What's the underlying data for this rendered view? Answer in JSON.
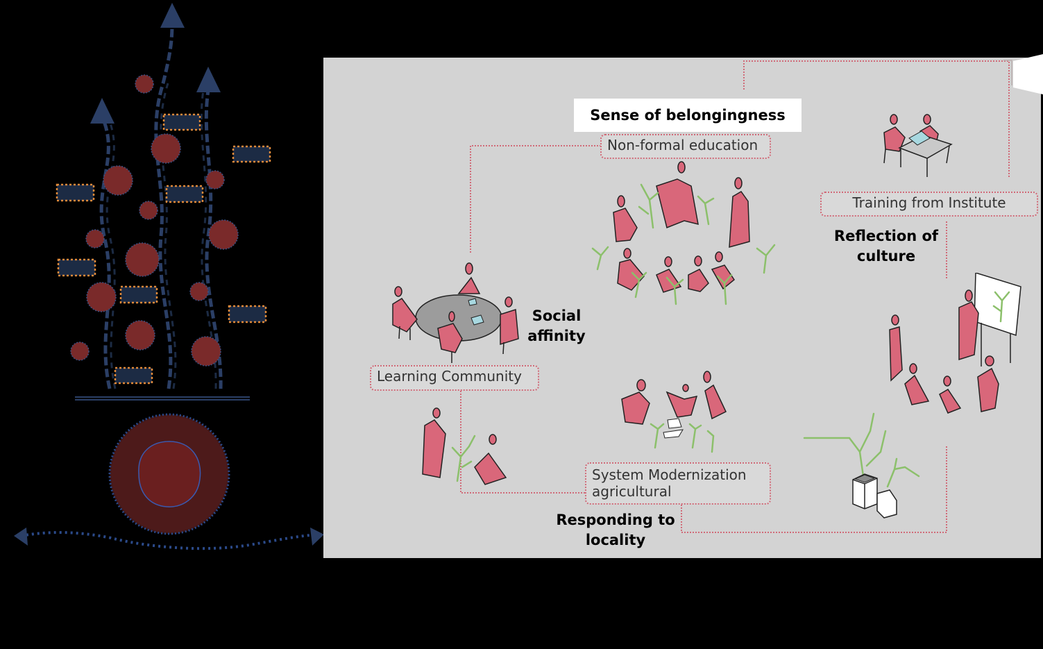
{
  "panel": {
    "title": "Sense of belongingness",
    "boxes": {
      "non_formal_education": "Non-formal education",
      "training_from_institute": "Training from Institute",
      "learning_community": "Learning Community",
      "system_modernization_line1": "System Modernization",
      "system_modernization_line2": "agricultural"
    },
    "concepts": {
      "reflection_line1": "Reflection of",
      "reflection_line2": "culture",
      "social_line1": "Social",
      "social_line2": "affinity",
      "responding_line1": "Responding to",
      "responding_line2": "locality"
    }
  },
  "colors": {
    "background": "#000000",
    "panel": "#d3d3d3",
    "figure_pink": "#d9677a",
    "plant_green": "#8cc06b",
    "connector": "#d06a78",
    "left_red": "#7a2a2a",
    "left_navy": "#1c2b44",
    "left_dash": "#2b3f66",
    "left_orange": "#e08a3a"
  }
}
